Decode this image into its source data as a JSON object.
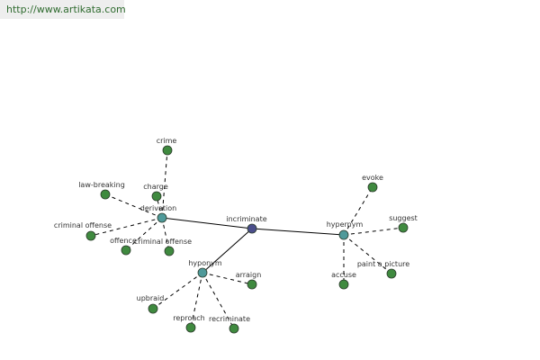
{
  "source_url": "http://www.artikata.com",
  "graph": {
    "colors": {
      "center": "#4b4f8c",
      "relation": "#4f9a9a",
      "term": "#3f8a3f"
    },
    "center": {
      "id": "incriminate",
      "label": "incriminate"
    },
    "relations": [
      {
        "id": "derivation",
        "label": "derivation"
      },
      {
        "id": "hyponym",
        "label": "hyponym"
      },
      {
        "id": "hypernym",
        "label": "hypernym"
      }
    ],
    "terms": [
      {
        "id": "crime",
        "label": "crime",
        "relation": "derivation"
      },
      {
        "id": "charge",
        "label": "charge",
        "relation": "derivation"
      },
      {
        "id": "law-breaking",
        "label": "law-breaking",
        "relation": "derivation"
      },
      {
        "id": "criminal-offense-1",
        "label": "criminal offense",
        "relation": "derivation"
      },
      {
        "id": "offence",
        "label": "offence",
        "relation": "derivation"
      },
      {
        "id": "criminal-offense-2",
        "label": "criminal offense",
        "relation": "derivation"
      },
      {
        "id": "arraign",
        "label": "arraign",
        "relation": "hyponym"
      },
      {
        "id": "upbraid",
        "label": "upbraid",
        "relation": "hyponym"
      },
      {
        "id": "reproach",
        "label": "reproach",
        "relation": "hyponym"
      },
      {
        "id": "recriminate",
        "label": "recriminate",
        "relation": "hyponym"
      },
      {
        "id": "evoke",
        "label": "evoke",
        "relation": "hypernym"
      },
      {
        "id": "suggest",
        "label": "suggest",
        "relation": "hypernym"
      },
      {
        "id": "paint-a-picture",
        "label": "paint a picture",
        "relation": "hypernym"
      },
      {
        "id": "accuse",
        "label": "accuse",
        "relation": "hypernym"
      }
    ]
  }
}
